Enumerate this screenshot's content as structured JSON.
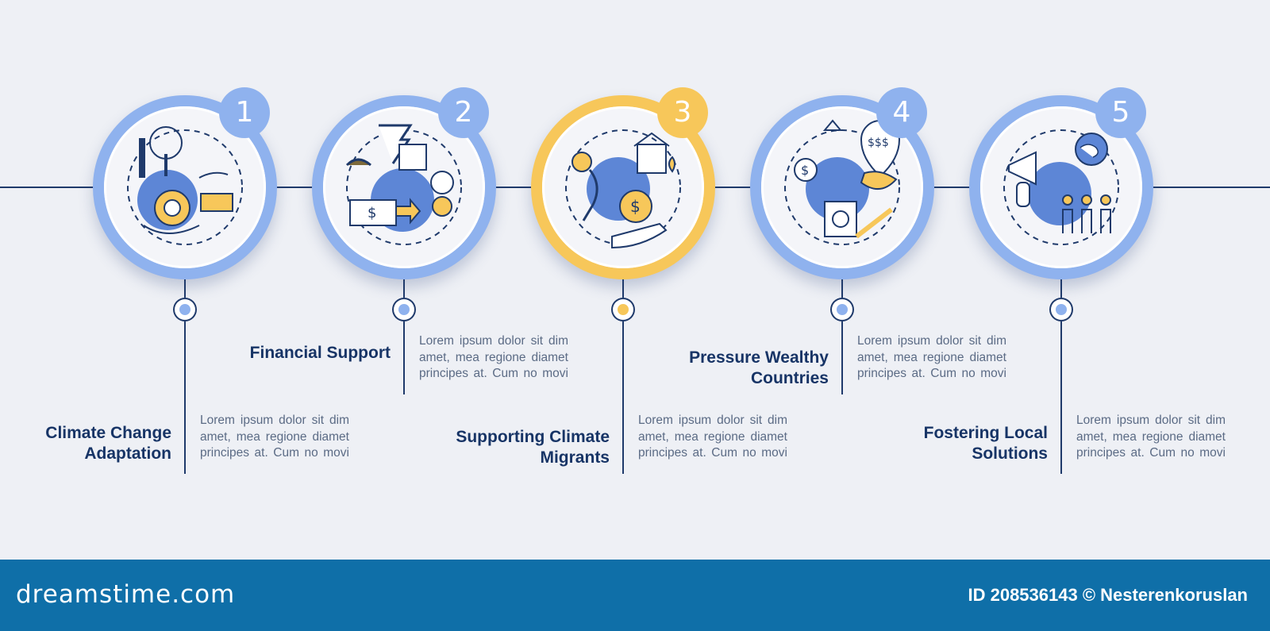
{
  "steps": [
    {
      "number": "1",
      "title": "Climate Change Adaptation",
      "description": "Lorem ipsum dolor sit dim amet, mea regione diamet principes at. Cum no movi",
      "accent": "#8fb2ee"
    },
    {
      "number": "2",
      "title": "Financial Support",
      "description": "Lorem ipsum dolor sit dim amet, mea regione diamet principes at. Cum no movi",
      "accent": "#8fb2ee"
    },
    {
      "number": "3",
      "title": "Supporting Climate Migrants",
      "description": "Lorem ipsum dolor sit dim amet, mea regione diamet principes at. Cum no movi",
      "accent": "#f7c75a"
    },
    {
      "number": "4",
      "title": "Pressure Wealthy Countries",
      "description": "Lorem ipsum dolor sit dim amet, mea regione diamet principes at. Cum no movi",
      "accent": "#8fb2ee"
    },
    {
      "number": "5",
      "title": "Fostering Local Solutions",
      "description": "Lorem ipsum dolor sit dim amet, mea regione diamet principes at. Cum no movi",
      "accent": "#8fb2ee"
    }
  ],
  "icons": [
    "farmer-tree-recycle-icon",
    "cash-house-tornado-icon",
    "migrant-money-hand-icon",
    "recycle-coins-map-icon",
    "megaphone-globe-people-icon"
  ],
  "footer": {
    "brand": "dreamstime.com",
    "credit": "ID 208536143 © Nesterenkoruslan"
  },
  "colors": {
    "background": "#eef0f5",
    "primary": "#8fb2ee",
    "highlight": "#f7c75a",
    "text": "#173466",
    "footer": "#0f6fa8"
  }
}
